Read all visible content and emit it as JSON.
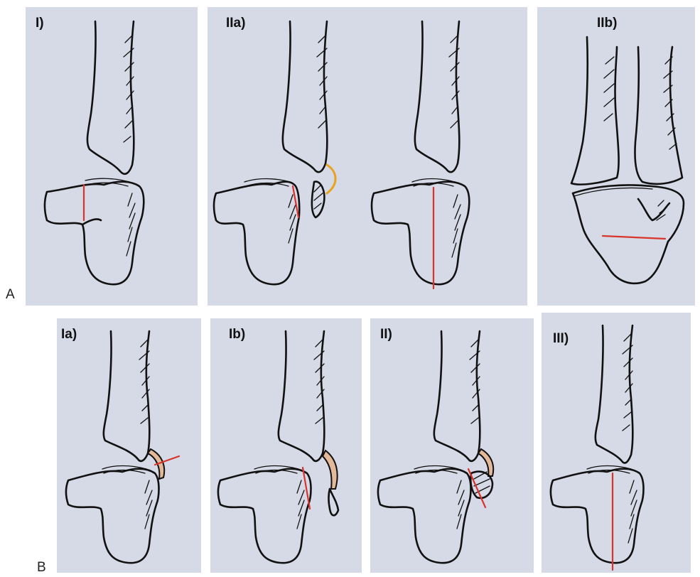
{
  "rows": {
    "a_label": "A",
    "b_label": "B"
  },
  "panels": {
    "a_i": "I)",
    "a_iia": "IIa)",
    "a_iib": "IIb)",
    "b_ia": "Ia)",
    "b_ib": "Ib)",
    "b_ii": "II)",
    "b_iii": "III)"
  },
  "colors": {
    "panel_bg": "#d6d9e6",
    "ink": "#111111",
    "fracture_line": "#d9342b",
    "ligament_arc": "#e9a21c",
    "tendon": "#e4b99a"
  }
}
